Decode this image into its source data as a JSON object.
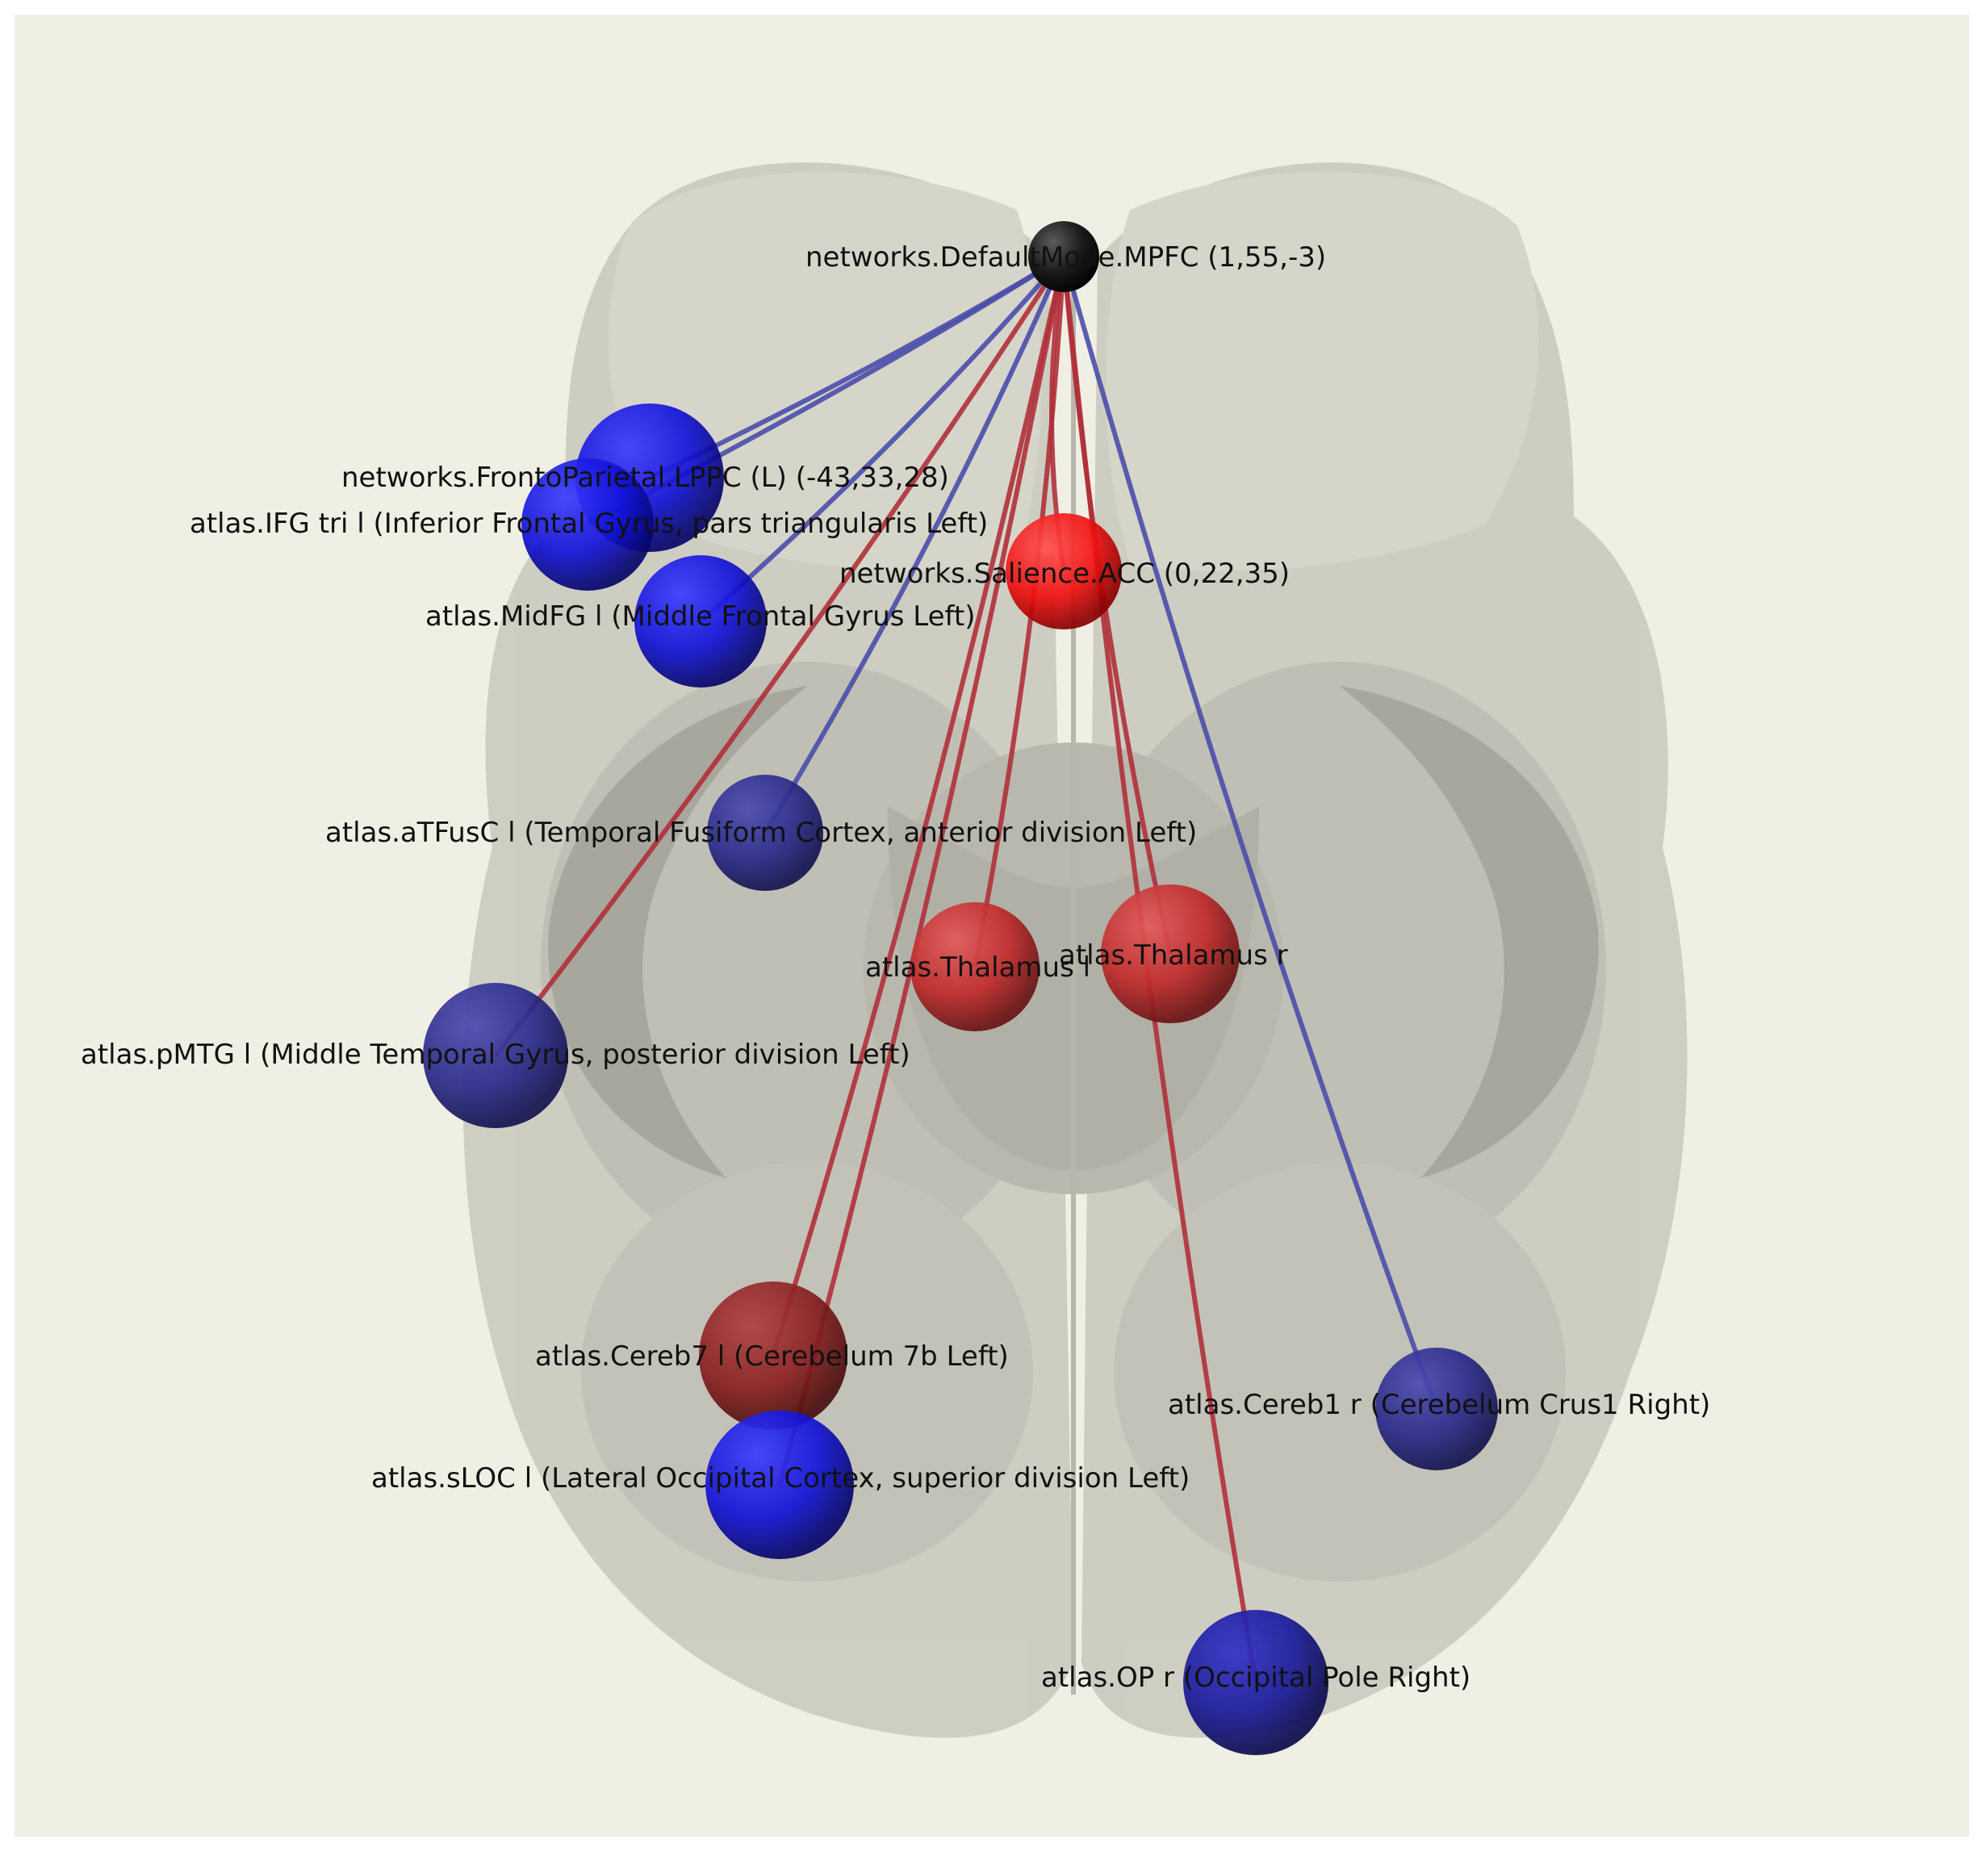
{
  "colors": {
    "background": "#f0efe4",
    "brain_fill": "#a7a69c",
    "edge_positive": "#b0303a",
    "edge_negative": "#4a4eaa",
    "node_seed": "#1a1a1a",
    "node_positive": "#ff1a1a",
    "node_positive_dark": "#c02a2a",
    "node_negative": "#1414e0",
    "node_negative_dark": "#2a2a8a"
  },
  "nodes": [
    {
      "id": "mpfc",
      "label": "networks.DefaultMode.MPFC (1,55,-3)",
      "color": "#1a1a1a",
      "kind": "seed"
    },
    {
      "id": "lppc",
      "label": "networks.FrontoParietal.LPPC (L)  (-43,33,28)",
      "color": "#1414e0",
      "kind": "negative"
    },
    {
      "id": "ifg",
      "label": "atlas.IFG tri l (Inferior Frontal Gyrus, pars triangularis Left)",
      "color": "#1414e0",
      "kind": "negative"
    },
    {
      "id": "acc",
      "label": "networks.Salience.ACC (0,22,35)",
      "color": "#ff1a1a",
      "kind": "positive"
    },
    {
      "id": "midfg",
      "label": "atlas.MidFG l (Middle Frontal Gyrus Left)",
      "color": "#1414e0",
      "kind": "negative"
    },
    {
      "id": "atfusc",
      "label": "atlas.aTFusC l (Temporal Fusiform Cortex, anterior division Left)",
      "color": "#2a2a8a",
      "kind": "negative"
    },
    {
      "id": "thal_l",
      "label": "atlas.Thalamus l",
      "color": "#c02a2a",
      "kind": "positive"
    },
    {
      "id": "thal_r",
      "label": "atlas.Thalamus r",
      "color": "#c02a2a",
      "kind": "positive"
    },
    {
      "id": "pmtg",
      "label": "atlas.pMTG l (Middle Temporal Gyrus, posterior division Left)",
      "color": "#2a2a8a",
      "kind": "negative"
    },
    {
      "id": "cereb7",
      "label": "atlas.Cereb7 l (Cerebelum 7b Left)",
      "color": "#8a2020",
      "kind": "positive"
    },
    {
      "id": "cereb1",
      "label": "atlas.Cereb1 r (Cerebelum Crus1 Right)",
      "color": "#2a2a8a",
      "kind": "negative"
    },
    {
      "id": "sloc",
      "label": "atlas.sLOC l (Lateral Occipital Cortex, superior division Left)",
      "color": "#1414e0",
      "kind": "negative"
    },
    {
      "id": "op",
      "label": "atlas.OP r (Occipital Pole Right)",
      "color": "#1a1a9a",
      "kind": "negative"
    }
  ],
  "edges": [
    {
      "from": "mpfc",
      "to": "lppc",
      "sign": "negative"
    },
    {
      "from": "mpfc",
      "to": "ifg",
      "sign": "negative"
    },
    {
      "from": "mpfc",
      "to": "midfg",
      "sign": "negative"
    },
    {
      "from": "mpfc",
      "to": "atfusc",
      "sign": "negative"
    },
    {
      "from": "mpfc",
      "to": "cereb1",
      "sign": "negative"
    },
    {
      "from": "mpfc",
      "to": "acc",
      "sign": "positive"
    },
    {
      "from": "mpfc",
      "to": "pmtg",
      "sign": "positive"
    },
    {
      "from": "mpfc",
      "to": "thal_l",
      "sign": "positive"
    },
    {
      "from": "mpfc",
      "to": "thal_r",
      "sign": "positive"
    },
    {
      "from": "mpfc",
      "to": "cereb7",
      "sign": "positive"
    },
    {
      "from": "mpfc",
      "to": "sloc",
      "sign": "positive"
    },
    {
      "from": "mpfc",
      "to": "op",
      "sign": "positive"
    }
  ]
}
